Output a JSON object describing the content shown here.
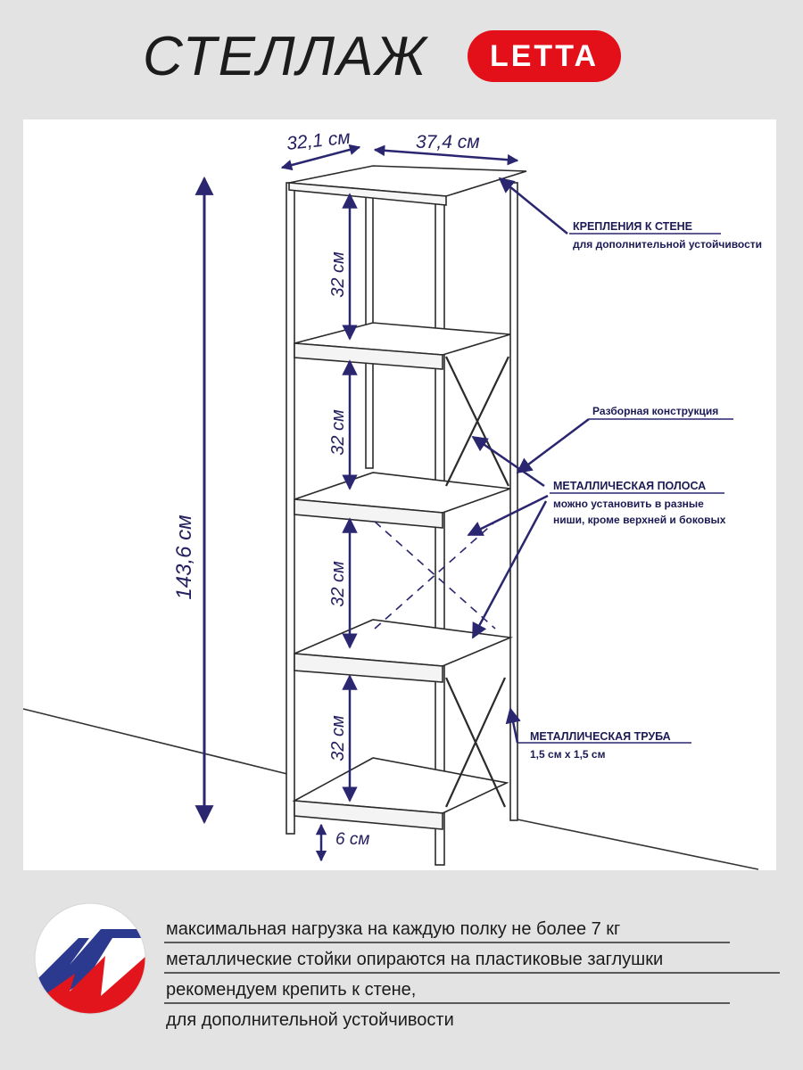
{
  "header": {
    "title": "СТЕЛЛАЖ",
    "brand": "LETTA",
    "brand_color": "#e3101a"
  },
  "dimensions": {
    "depth": "32,1 см",
    "width": "37,4 см",
    "height": "143,6 см",
    "shelf_gap": "32 см",
    "leg_height": "6 см"
  },
  "callouts": {
    "wall_mount": {
      "title": "КРЕПЛЕНИЯ К СТЕНЕ",
      "subtitle": "для дополнительной устойчивости"
    },
    "collapsible": {
      "title": "Разборная конструкция"
    },
    "metal_strip": {
      "title": "МЕТАЛЛИЧЕСКАЯ ПОЛОСА",
      "line1": "можно установить в разные",
      "line2": "ниши, кроме верхней и боковых"
    },
    "metal_tube": {
      "title": "МЕТАЛЛИЧЕСКАЯ ТРУБА",
      "subtitle": "1,5 см х 1,5 см"
    }
  },
  "notes": [
    "максимальная нагрузка на каждую полку не более 7 кг",
    "металлические стойки опираются на пластиковые заглушки",
    "рекомендуем крепить к стене,",
    "для дополнительной устойчивости"
  ],
  "colors": {
    "accent": "#2a2670",
    "background": "#e3e3e3",
    "panel": "#ffffff"
  }
}
